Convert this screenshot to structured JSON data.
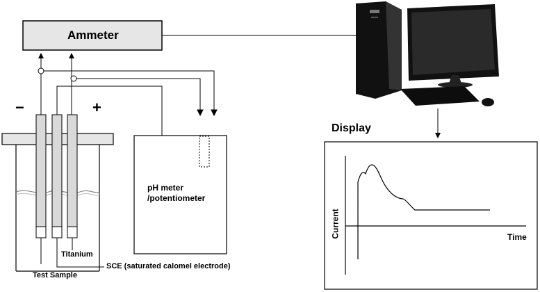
{
  "ammeter": {
    "label": "Ammeter"
  },
  "electrodes": {
    "negative_sign": "−",
    "positive_sign": "+",
    "titanium_label": "Titanium",
    "sce_label": "SCE (saturated calomel electrode)",
    "test_sample_label": "Test Sample"
  },
  "ph_meter": {
    "line1": "pH meter",
    "line2": "/potentiometer"
  },
  "display": {
    "title": "Display",
    "y_axis_label": "Current",
    "x_axis_label": "Time"
  },
  "colors": {
    "ammeter_fill": "#e6e6e6",
    "stroke": "#000000",
    "electrode_fill": "#d9d9d9",
    "computer_body": "#111111"
  }
}
